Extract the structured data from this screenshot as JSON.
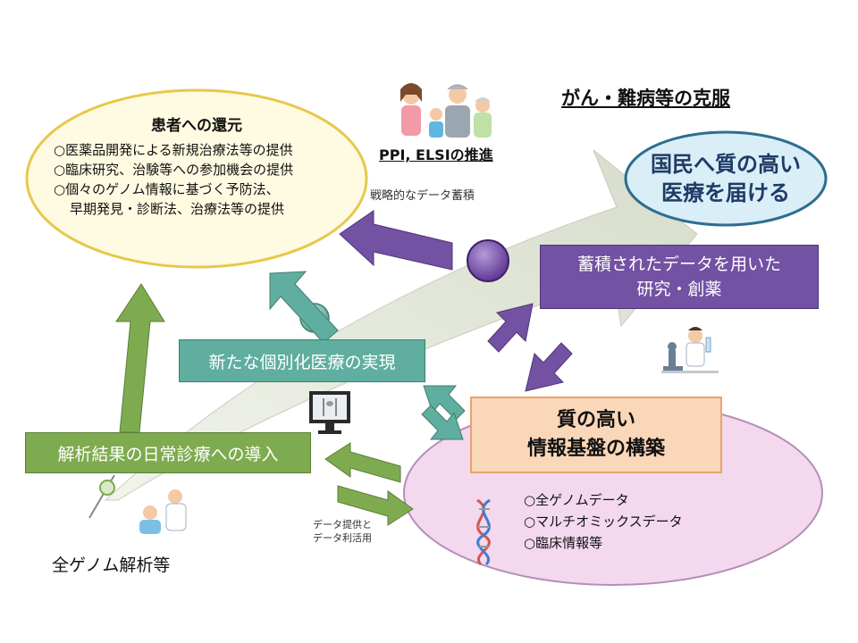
{
  "goal_title": "がん・難病等の克服",
  "goal_ellipse": {
    "line1": "国民へ質の高い",
    "line2": "医療を届ける"
  },
  "patient_return": {
    "title": "患者への還元",
    "items": [
      "○医薬品開発による新規治療法等の提供",
      "○臨床研究、治験等への参加機会の提供",
      "○個々のゲノム情報に基づく予防法、",
      "早期発見・診断法、治療法等の提供"
    ]
  },
  "ppi_label": "PPI, ELSIの推進",
  "strategic_label": "戦略的なデータ蓄積",
  "research_box": {
    "line1": "蓄積されたデータを用いた",
    "line2": "研究・創薬"
  },
  "personalized_box": "新たな個別化医療の実現",
  "infrastructure_box": {
    "line1": "質の高い",
    "line2": "情報基盤の構築"
  },
  "data_items": [
    "○全ゲノムデータ",
    "○マルチオミックスデータ",
    "○臨床情報等"
  ],
  "clinical_box": "解析結果の日常診療への導入",
  "data_provision": {
    "line1": "データ提供と",
    "line2": "データ利活用"
  },
  "genome_label": "全ゲノム解析等",
  "colors": {
    "green": "#7eab4f",
    "teal": "#5fae9f",
    "purple": "#7351a3",
    "orange_box": "#fbd7b9",
    "orange_border": "#e8a36b",
    "pink": "#f3d8ee",
    "yellow": "#fffbe2",
    "blue": "#d9eef7"
  }
}
